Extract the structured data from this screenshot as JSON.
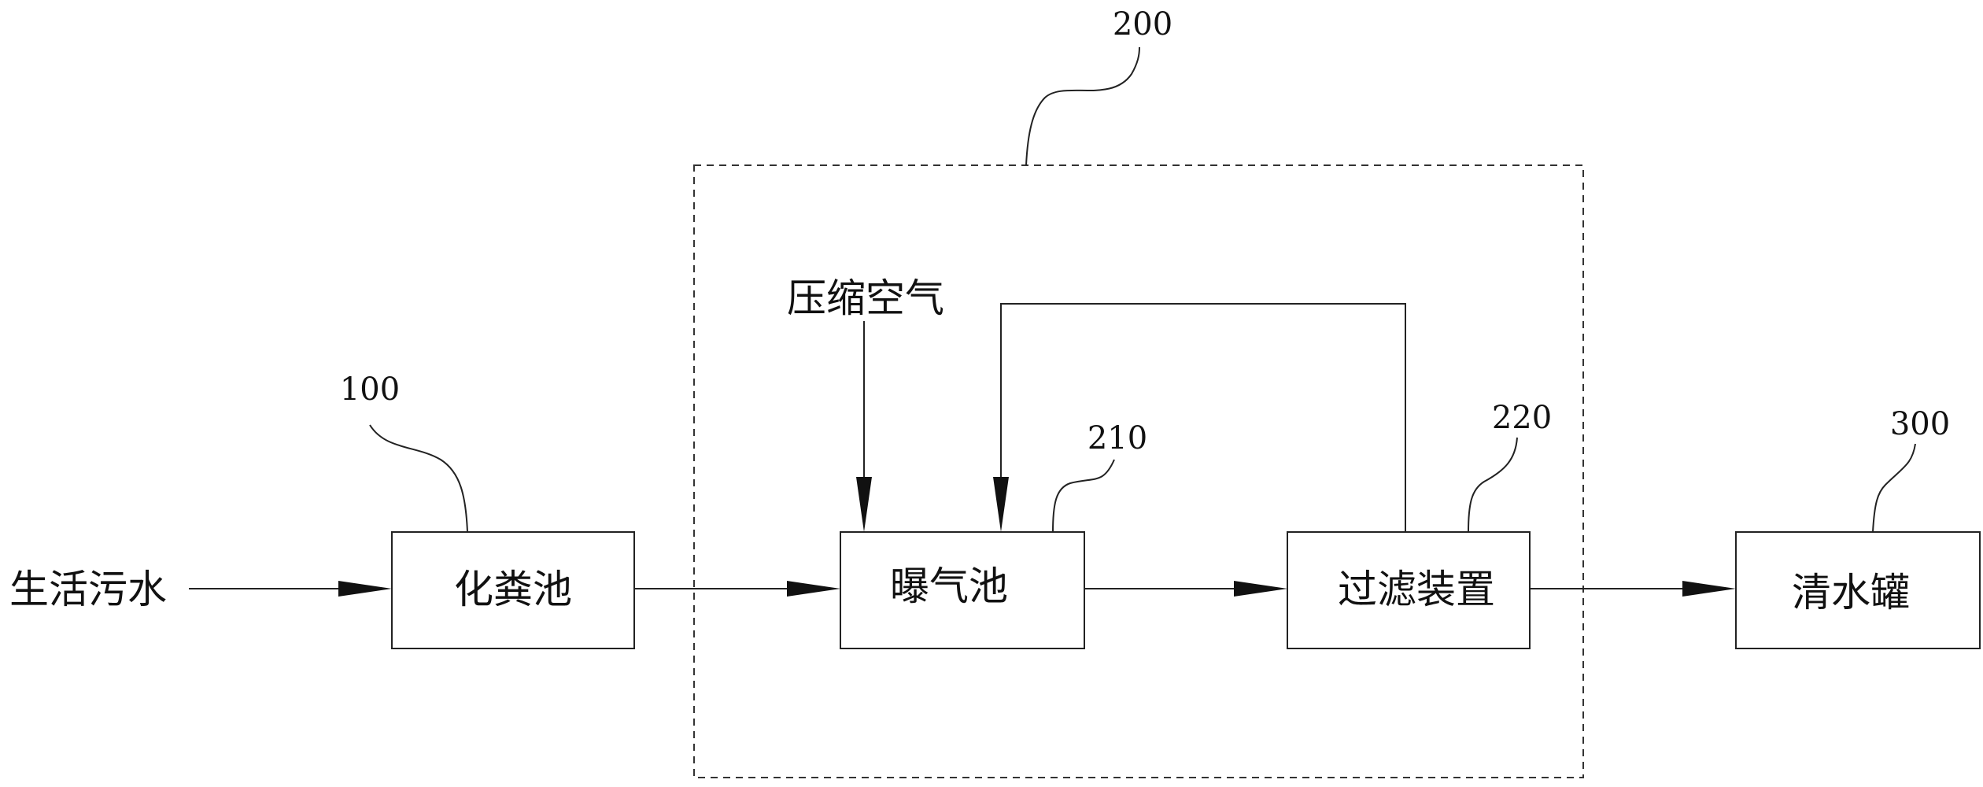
{
  "inputs": {
    "domestic_sewage": "生活污水",
    "compressed_air": "压缩空气"
  },
  "blocks": {
    "septic_tank": "化粪池",
    "aeration_tank": "曝气池",
    "filter_device": "过滤装置",
    "clean_water_tank": "清水罐"
  },
  "reference_numerals": {
    "septic_tank": "100",
    "treatment_unit": "200",
    "aeration_tank": "210",
    "filter_device": "220",
    "clean_water_tank": "300"
  }
}
